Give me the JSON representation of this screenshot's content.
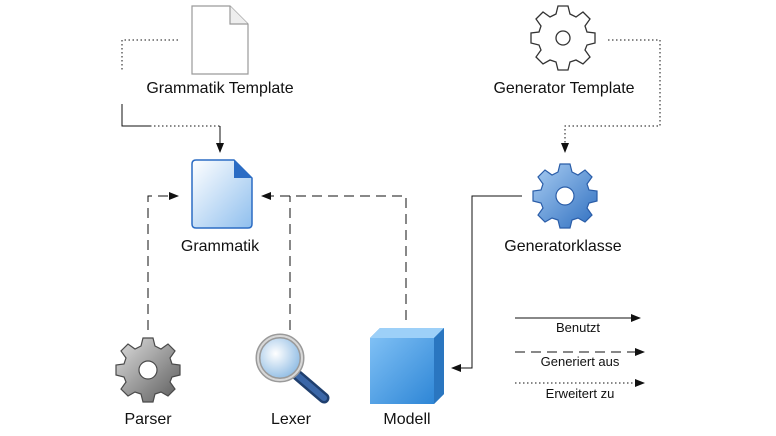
{
  "nodes": {
    "grammatik_template": {
      "label": "Grammatik Template",
      "icon": "document-outline-icon"
    },
    "generator_template": {
      "label": "Generator Template",
      "icon": "gear-outline-icon"
    },
    "grammatik": {
      "label": "Grammatik",
      "icon": "blue-document-icon"
    },
    "generatorklasse": {
      "label": "Generatorklasse",
      "icon": "blue-gear-icon"
    },
    "parser": {
      "label": "Parser",
      "icon": "gray-gear-icon"
    },
    "lexer": {
      "label": "Lexer",
      "icon": "magnifier-icon"
    },
    "modell": {
      "label": "Modell",
      "icon": "blue-cube-icon"
    }
  },
  "legend": {
    "uses": "Benutzt",
    "generated_from": "Generiert aus",
    "extends": "Erweitert zu"
  },
  "colors": {
    "line": "#111111",
    "blue_fill": "#5b9bd5",
    "blue_light": "#cfe3f7",
    "gray_fill": "#8a8a8a"
  }
}
